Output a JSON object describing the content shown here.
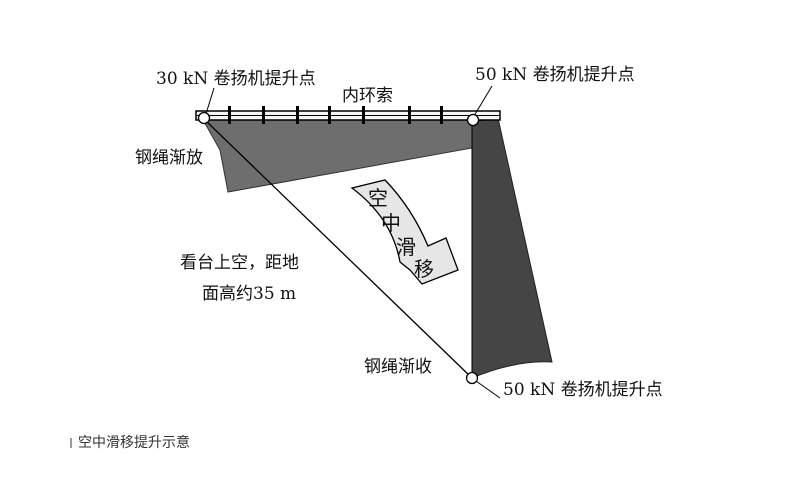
{
  "labels": {
    "winch_30kn": "30 kN 卷扬机提升点",
    "winch_50kn_top": "50 kN 卷扬机提升点",
    "winch_50kn_bottom": "50 kN 卷扬机提升点",
    "inner_cable": "内环索",
    "rope_release": "钢绳渐放",
    "rope_retract": "钢绳渐收",
    "above_stand_line1": "看台上空，距地",
    "above_stand_line2": "面高约35 m",
    "arrow_text": [
      "空",
      "中",
      "滑",
      "移"
    ]
  },
  "caption": "空中滑移提升示意",
  "colors": {
    "membrane_light": "#6e6e6e",
    "membrane_dark": "#454545",
    "cable": "#000000",
    "arrow_fill": "#e6e6e6"
  }
}
